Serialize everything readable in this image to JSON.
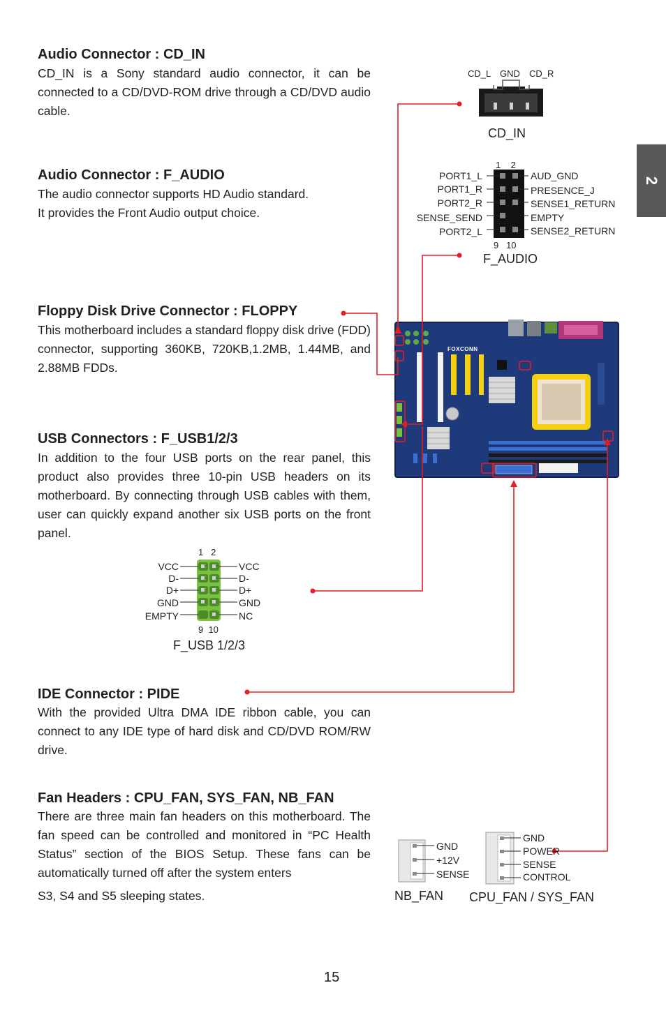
{
  "chapter_tab": "2",
  "page_number": "15",
  "sections": [
    {
      "heading": "Audio Connector : CD_IN",
      "body": "CD_IN is a Sony standard audio connector, it can be connected to a CD/DVD-ROM drive through a CD/DVD audio cable."
    },
    {
      "heading": "Audio Connector : F_AUDIO",
      "body_lines": [
        "The audio connector supports HD Audio standard.",
        "It provides the Front Audio output choice."
      ]
    },
    {
      "heading": "Floppy Disk Drive Connector : FLOPPY",
      "body": "This motherboard includes a standard floppy disk drive (FDD) connector, supporting 360KB, 720KB,1.2MB, 1.44MB, and 2.88MB FDDs."
    },
    {
      "heading": "USB Connectors : F_USB1/2/3",
      "body": "In addition to the four USB ports on the rear panel, this product also provides three 10-pin USB headers on its motherboard. By connecting through USB cables with them, user can quickly expand another six USB ports on the front panel."
    },
    {
      "heading": "IDE Connector : PIDE",
      "body": "With the provided Ultra DMA IDE ribbon cable, you can connect to any IDE type of hard disk and CD/DVD ROM/RW drive."
    },
    {
      "heading": "Fan Headers : CPU_FAN, SYS_FAN, NB_FAN",
      "body": "There are three main fan headers on this motherboard. The fan speed can be controlled and monitored in “PC Health Status” section of the BIOS Setup. These fans can be automatically turned off after the system enters",
      "body_last": "S3, S4 and S5 sleeping states."
    }
  ],
  "cd_in": {
    "pins": [
      "CD_L",
      "GND",
      "CD_R"
    ],
    "name": "CD_IN"
  },
  "f_audio": {
    "top_pins": "1    2",
    "bottom_pins": "9   10",
    "left": [
      "PORT1_L",
      "PORT1_R",
      "PORT2_R",
      "SENSE_SEND",
      "PORT2_L"
    ],
    "right": [
      "AUD_GND",
      "PRESENCE_J",
      "SENSE1_RETURN",
      "EMPTY",
      "SENSE2_RETURN"
    ],
    "name": "F_AUDIO"
  },
  "f_usb": {
    "top_pins": "1   2",
    "bottom_pins": "9  10",
    "left": [
      "VCC",
      "D-",
      "D+",
      "GND",
      "EMPTY"
    ],
    "right": [
      "VCC",
      "D-",
      "D+",
      "GND",
      "NC"
    ],
    "name": "F_USB 1/2/3"
  },
  "nb_fan": {
    "pins": [
      "GND",
      "+12V",
      "SENSE"
    ],
    "name": "NB_FAN"
  },
  "cpu_fan": {
    "pins": [
      "GND",
      "POWER",
      "SENSE",
      "CONTROL"
    ],
    "name": "CPU_FAN / SYS_FAN"
  },
  "motherboard": {
    "brand": "FOXCONN"
  },
  "colors": {
    "leader_line": "#e31e24",
    "board": "#1f3a7a",
    "usb_header": "#7ac142",
    "tab": "#58585a"
  }
}
